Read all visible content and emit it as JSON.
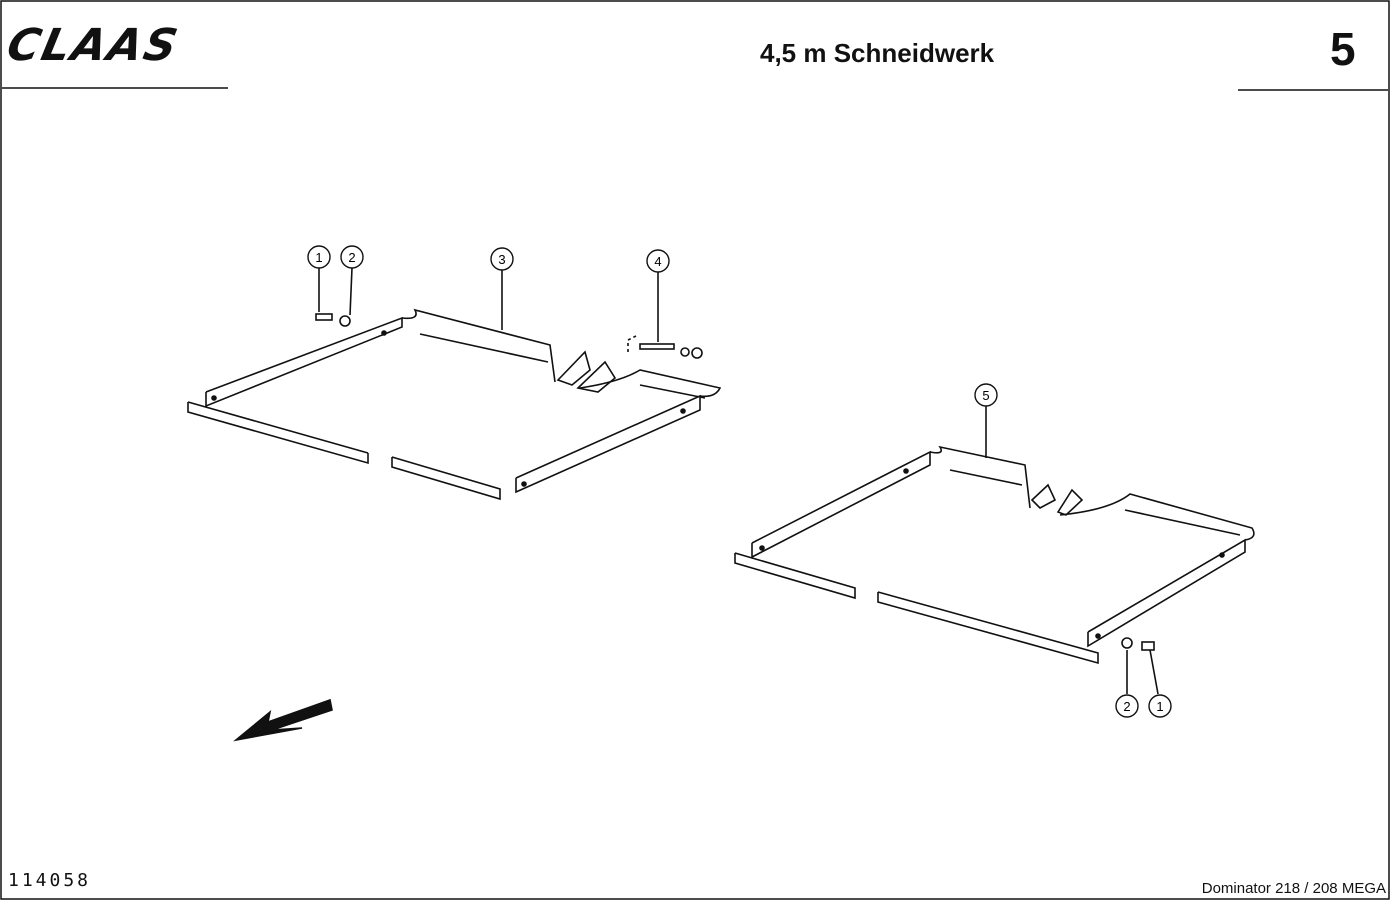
{
  "header": {
    "brand": "CLAAS",
    "title": "4,5 m Schneidwerk",
    "section_number": "5"
  },
  "callouts": {
    "upper": [
      "1",
      "2",
      "3",
      "4"
    ],
    "lower": [
      "5",
      "2",
      "1"
    ]
  },
  "footer": {
    "drawing_number": "114058",
    "model": "Dominator 218 / 208 MEGA"
  }
}
